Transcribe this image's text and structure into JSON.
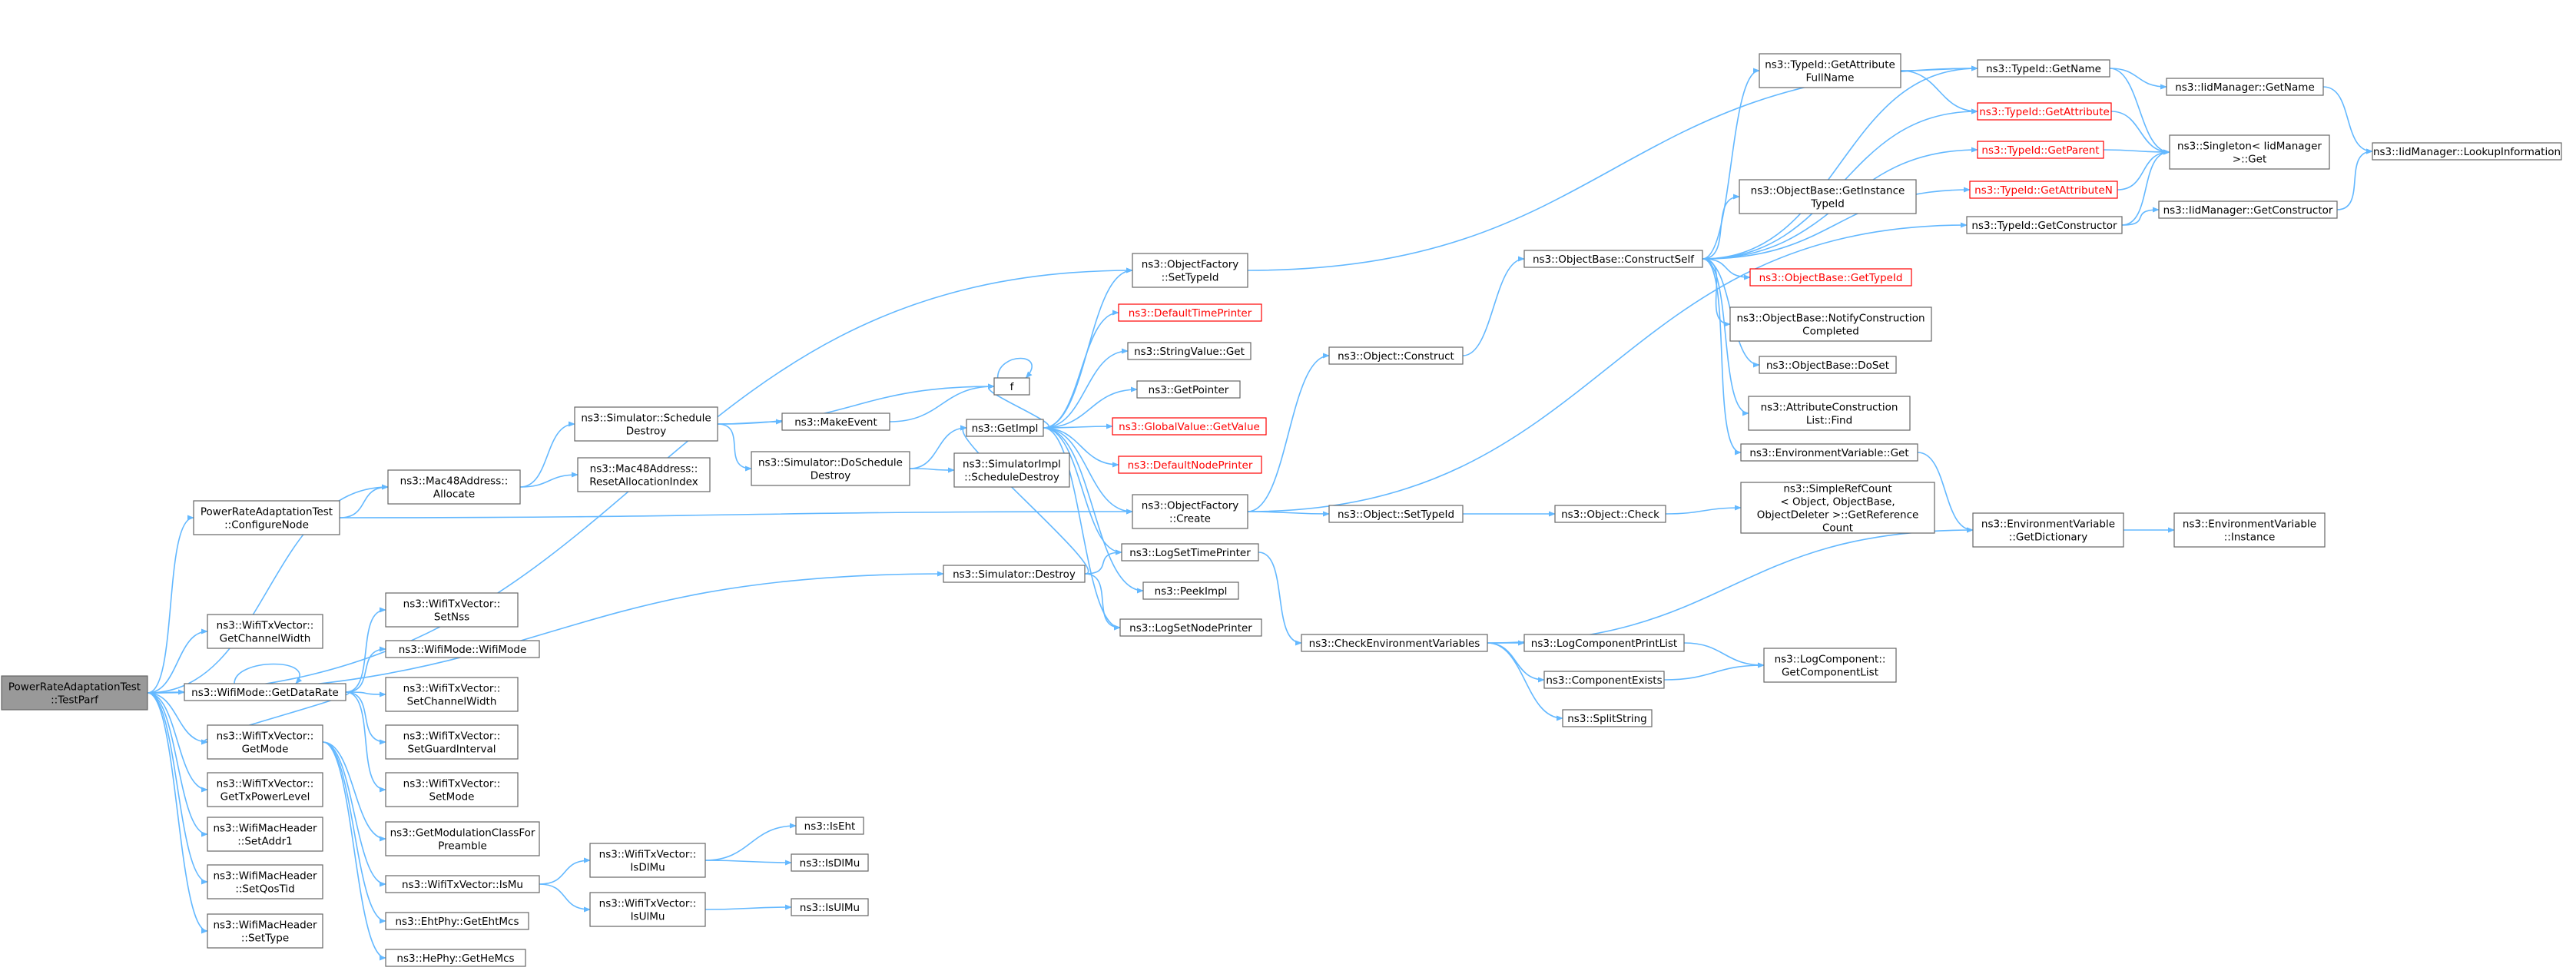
{
  "colors": {
    "edge": "#63b8ff",
    "border": "#666666",
    "link_border": "#ff0000",
    "root_fill": "#999999"
  },
  "nodes": [
    {
      "id": "root",
      "lines": [
        "PowerRateAdaptationTest",
        "::TestParf"
      ],
      "root": true
    },
    {
      "id": "cfg",
      "lines": [
        "PowerRateAdaptationTest",
        "::ConfigureNode"
      ]
    },
    {
      "id": "chw",
      "lines": [
        "ns3::WifiTxVector::",
        "GetChannelWidth"
      ]
    },
    {
      "id": "gdr",
      "lines": [
        "ns3::WifiMode::GetDataRate"
      ]
    },
    {
      "id": "gmode",
      "lines": [
        "ns3::WifiTxVector::",
        "GetMode"
      ]
    },
    {
      "id": "gtpl",
      "lines": [
        "ns3::WifiTxVector::",
        "GetTxPowerLevel"
      ]
    },
    {
      "id": "addr1",
      "lines": [
        "ns3::WifiMacHeader",
        "::SetAddr1"
      ]
    },
    {
      "id": "qos",
      "lines": [
        "ns3::WifiMacHeader",
        "::SetQosTid"
      ]
    },
    {
      "id": "stype",
      "lines": [
        "ns3::WifiMacHeader",
        "::SetType"
      ]
    },
    {
      "id": "alloc",
      "lines": [
        "ns3::Mac48Address::",
        "Allocate"
      ]
    },
    {
      "id": "reset",
      "lines": [
        "ns3::Mac48Address::",
        "ResetAllocationIndex"
      ]
    },
    {
      "id": "simsd",
      "lines": [
        "ns3::Simulator::Schedule",
        "Destroy"
      ]
    },
    {
      "id": "mkev",
      "lines": [
        "ns3::MakeEvent"
      ]
    },
    {
      "id": "f",
      "lines": [
        "f"
      ]
    },
    {
      "id": "dosd",
      "lines": [
        "ns3::Simulator::DoSchedule",
        "Destroy"
      ]
    },
    {
      "id": "simdest",
      "lines": [
        "ns3::Simulator::Destroy"
      ]
    },
    {
      "id": "getimpl",
      "lines": [
        "ns3::GetImpl"
      ]
    },
    {
      "id": "simplsd",
      "lines": [
        "ns3::SimulatorImpl",
        "::ScheduleDestroy"
      ]
    },
    {
      "id": "setnss",
      "lines": [
        "ns3::WifiTxVector::",
        "SetNss"
      ]
    },
    {
      "id": "wmode",
      "lines": [
        "ns3::WifiMode::WifiMode"
      ]
    },
    {
      "id": "setcw",
      "lines": [
        "ns3::WifiTxVector::",
        "SetChannelWidth"
      ]
    },
    {
      "id": "setgi",
      "lines": [
        "ns3::WifiTxVector::",
        "SetGuardInterval"
      ]
    },
    {
      "id": "setmode",
      "lines": [
        "ns3::WifiTxVector::",
        "SetMode"
      ]
    },
    {
      "id": "gmcp",
      "lines": [
        "ns3::GetModulationClassFor",
        "Preamble"
      ]
    },
    {
      "id": "ismu",
      "lines": [
        "ns3::WifiTxVector::IsMu"
      ]
    },
    {
      "id": "ehtmcs",
      "lines": [
        "ns3::EhtPhy::GetEhtMcs"
      ]
    },
    {
      "id": "hemcs",
      "lines": [
        "ns3::HePhy::GetHeMcs"
      ]
    },
    {
      "id": "isdlmu",
      "lines": [
        "ns3::WifiTxVector::",
        "IsDlMu"
      ]
    },
    {
      "id": "isulmu",
      "lines": [
        "ns3::WifiTxVector::",
        "IsUlMu"
      ]
    },
    {
      "id": "iseht",
      "lines": [
        "ns3::IsEht"
      ]
    },
    {
      "id": "isdlmu2",
      "lines": [
        "ns3::IsDlMu"
      ]
    },
    {
      "id": "isulmu2",
      "lines": [
        "ns3::IsUlMu"
      ]
    },
    {
      "id": "ofsti",
      "lines": [
        "ns3::ObjectFactory",
        "::SetTypeId"
      ]
    },
    {
      "id": "dtp",
      "lines": [
        "ns3::DefaultTimePrinter"
      ],
      "red": true
    },
    {
      "id": "svget",
      "lines": [
        "ns3::StringValue::Get"
      ]
    },
    {
      "id": "gptr",
      "lines": [
        "ns3::GetPointer"
      ]
    },
    {
      "id": "gvgv",
      "lines": [
        "ns3::GlobalValue::GetValue"
      ],
      "red": true
    },
    {
      "id": "dnp",
      "lines": [
        "ns3::DefaultNodePrinter"
      ],
      "red": true
    },
    {
      "id": "ofcr",
      "lines": [
        "ns3::ObjectFactory",
        "::Create"
      ]
    },
    {
      "id": "lstp",
      "lines": [
        "ns3::LogSetTimePrinter"
      ]
    },
    {
      "id": "peek",
      "lines": [
        "ns3::PeekImpl"
      ]
    },
    {
      "id": "lsnp",
      "lines": [
        "ns3::LogSetNodePrinter"
      ]
    },
    {
      "id": "objcon",
      "lines": [
        "ns3::Object::Construct"
      ]
    },
    {
      "id": "objsti",
      "lines": [
        "ns3::Object::SetTypeId"
      ]
    },
    {
      "id": "objchk",
      "lines": [
        "ns3::Object::Check"
      ]
    },
    {
      "id": "cev",
      "lines": [
        "ns3::CheckEnvironmentVariables"
      ]
    },
    {
      "id": "lcpl",
      "lines": [
        "ns3::LogComponentPrintList"
      ]
    },
    {
      "id": "cexists",
      "lines": [
        "ns3::ComponentExists"
      ]
    },
    {
      "id": "split",
      "lines": [
        "ns3::SplitString"
      ]
    },
    {
      "id": "obcs",
      "lines": [
        "ns3::ObjectBase::ConstructSelf"
      ]
    },
    {
      "id": "srcnt",
      "lines": [
        "ns3::SimpleRefCount",
        "< Object, ObjectBase,",
        "ObjectDeleter >::GetReference",
        "Count"
      ]
    },
    {
      "id": "lcgcl",
      "lines": [
        "ns3::LogComponent::",
        "GetComponentList"
      ]
    },
    {
      "id": "tgafn",
      "lines": [
        "ns3::TypeId::GetAttribute",
        "FullName"
      ]
    },
    {
      "id": "obgit",
      "lines": [
        "ns3::ObjectBase::GetInstance",
        "TypeId"
      ]
    },
    {
      "id": "obgti",
      "lines": [
        "ns3::ObjectBase::GetTypeId"
      ],
      "red": true
    },
    {
      "id": "obnc",
      "lines": [
        "ns3::ObjectBase::NotifyConstruction",
        "Completed"
      ]
    },
    {
      "id": "obds",
      "lines": [
        "ns3::ObjectBase::DoSet"
      ]
    },
    {
      "id": "acl",
      "lines": [
        "ns3::AttributeConstruction",
        "List::Find"
      ]
    },
    {
      "id": "evget",
      "lines": [
        "ns3::EnvironmentVariable::Get"
      ]
    },
    {
      "id": "tgname",
      "lines": [
        "ns3::TypeId::GetName"
      ]
    },
    {
      "id": "tgattr",
      "lines": [
        "ns3::TypeId::GetAttribute"
      ],
      "red": true
    },
    {
      "id": "tgpar",
      "lines": [
        "ns3::TypeId::GetParent"
      ],
      "red": true
    },
    {
      "id": "tgattrn",
      "lines": [
        "ns3::TypeId::GetAttributeN"
      ],
      "red": true
    },
    {
      "id": "tgctor",
      "lines": [
        "ns3::TypeId::GetConstructor"
      ]
    },
    {
      "id": "evgd",
      "lines": [
        "ns3::EnvironmentVariable",
        "::GetDictionary"
      ]
    },
    {
      "id": "imgn",
      "lines": [
        "ns3::IidManager::GetName"
      ]
    },
    {
      "id": "sing",
      "lines": [
        "ns3::Singleton< IidManager",
        ">::Get"
      ]
    },
    {
      "id": "imgc",
      "lines": [
        "ns3::IidManager::GetConstructor"
      ]
    },
    {
      "id": "evinst",
      "lines": [
        "ns3::EnvironmentVariable",
        "::Instance"
      ]
    },
    {
      "id": "imli",
      "lines": [
        "ns3::IidManager::LookupInformation"
      ]
    }
  ]
}
